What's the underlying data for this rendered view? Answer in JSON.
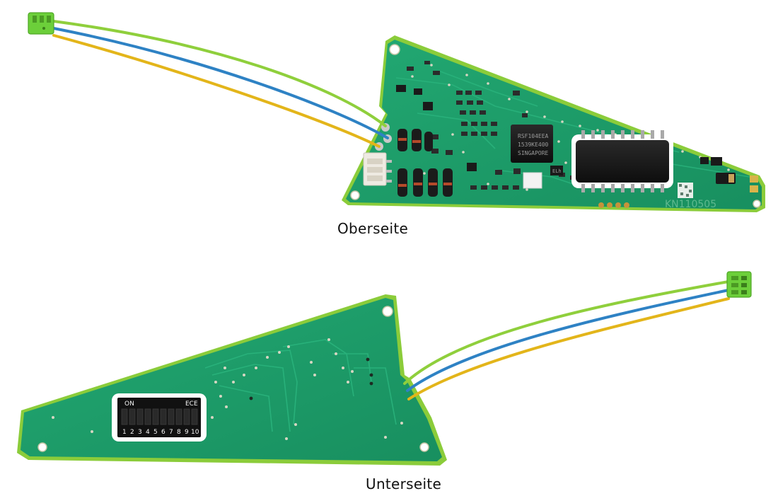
{
  "captions": {
    "top": "Oberseite",
    "bottom": "Unterseite"
  },
  "top_board": {
    "ic_marking_lines": [
      "RSF104EEA",
      "1539KE400",
      "SINGAPORE"
    ],
    "ic_label": "ELh",
    "part_number": "KN110505"
  },
  "bottom_board": {
    "dip_switch": {
      "on_label": "ON",
      "ece_label": "ECE",
      "position_numbers": [
        "1",
        "2",
        "3",
        "4",
        "5",
        "6",
        "7",
        "8",
        "9",
        "10"
      ]
    }
  },
  "colors": {
    "pcb_green": "#1f9e6a",
    "pcb_edge": "#8bcc3a",
    "wire_green": "#8fcf3c",
    "wire_blue": "#2e82c4",
    "wire_yellow": "#e3b51a",
    "connector_green": "#6ccf3a"
  }
}
